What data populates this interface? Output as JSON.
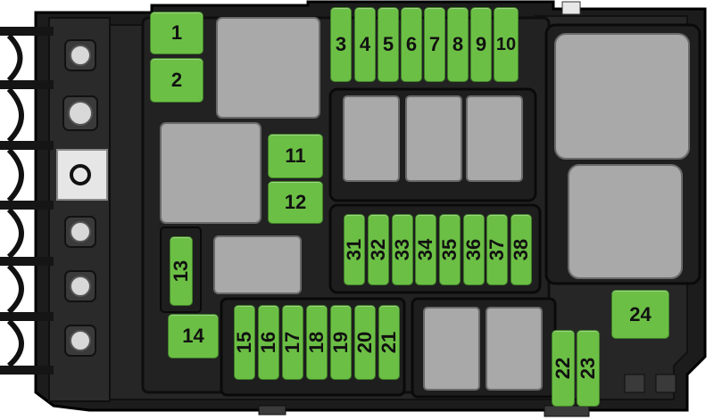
{
  "fuses": {
    "f1": "1",
    "f2": "2",
    "f3": "3",
    "f4": "4",
    "f5": "5",
    "f6": "6",
    "f7": "7",
    "f8": "8",
    "f9": "9",
    "f10": "10",
    "f11": "11",
    "f12": "12",
    "f13": "13",
    "f14": "14",
    "f15": "15",
    "f16": "16",
    "f17": "17",
    "f18": "18",
    "f19": "19",
    "f20": "20",
    "f21": "21",
    "f22": "22",
    "f23": "23",
    "f24": "24",
    "f31": "31",
    "f32": "32",
    "f33": "33",
    "f34": "34",
    "f35": "35",
    "f36": "36",
    "f37": "37",
    "f38": "38"
  },
  "colors": {
    "fuse_green": "#6cbf45",
    "relay_grey": "#a9a9a9",
    "housing_dark": "#1c1c1c"
  }
}
